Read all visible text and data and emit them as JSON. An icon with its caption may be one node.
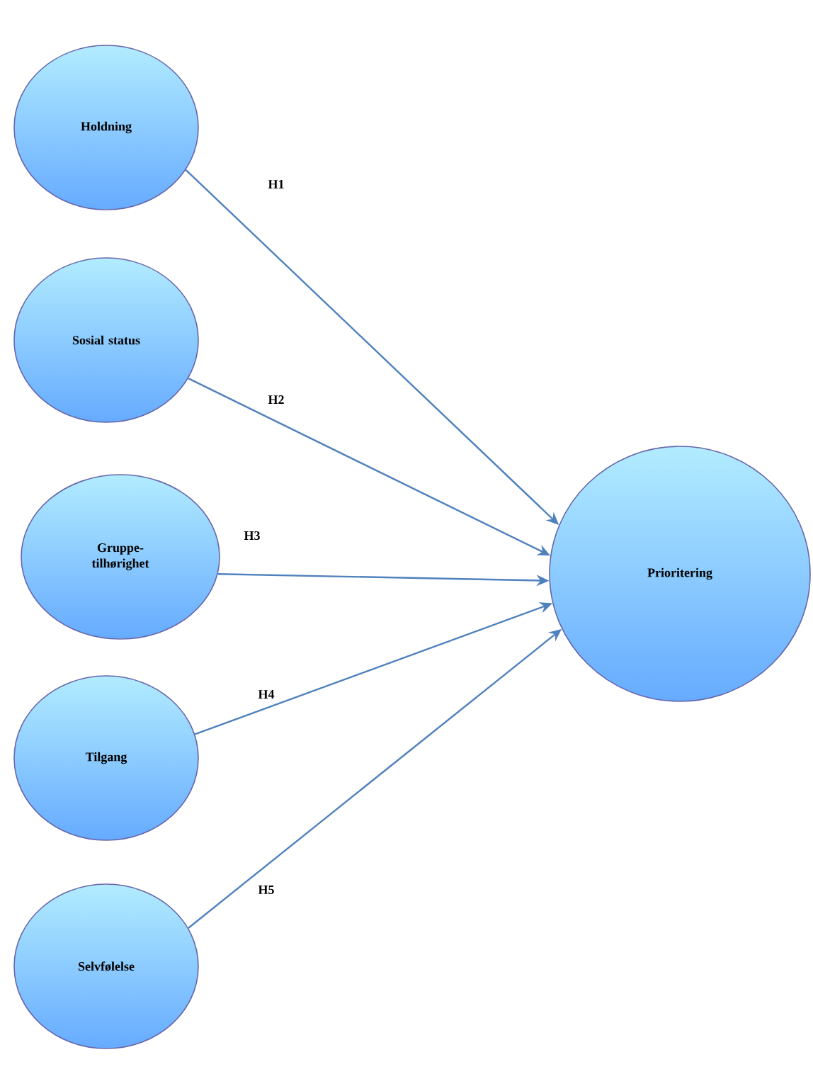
{
  "diagram": {
    "nodes": [
      {
        "text": [
          "Holdning"
        ]
      },
      {
        "text": [
          "Sosial status"
        ]
      },
      {
        "text": [
          "Gruppe-tilhørighet"
        ]
      },
      {
        "text": [
          "Tilgang"
        ]
      },
      {
        "text": [
          "Selvfølelse"
        ]
      },
      {
        "text": [
          "Prioritering"
        ]
      }
    ],
    "edges": [
      {
        "from": 0,
        "to": 5,
        "arrow": "to",
        "label": "H1"
      },
      {
        "from": 1,
        "to": 5,
        "arrow": "to",
        "label": "H2"
      },
      {
        "from": 2,
        "to": 5,
        "arrow": "to",
        "label": "H3"
      },
      {
        "from": 3,
        "to": 5,
        "arrow": "to",
        "label": "H4"
      },
      {
        "from": 4,
        "to": 5,
        "arrow": "to",
        "label": "H5"
      }
    ]
  }
}
